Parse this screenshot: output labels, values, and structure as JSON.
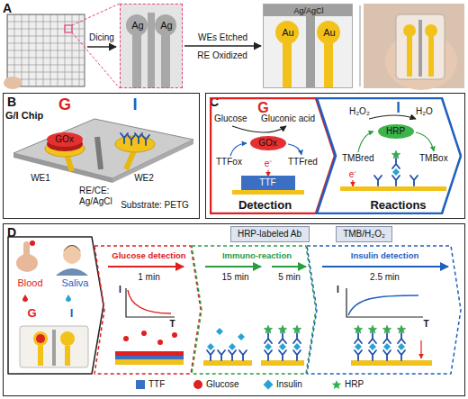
{
  "diagram": {
    "nodes": [
      {
        "text": [
          "Ag",
          "Ag"
        ]
      },
      {
        "text": [
          "Ag/AgCl",
          "Au",
          "Au"
        ]
      },
      {
        "text": [
          "B"
        ]
      },
      {
        "text": [
          "GOx"
        ],
        "in": 2
      },
      {
        "text": [
          "C"
        ]
      },
      {
        "text": [
          "G",
          "Detection"
        ],
        "in": 4
      },
      {
        "text": [
          "GOx"
        ],
        "in": 5
      },
      {
        "text": [
          "TTF"
        ],
        "in": 5
      },
      {
        "text": [
          "I",
          "Reactions"
        ],
        "in": 4
      },
      {
        "text": [
          "HRP"
        ],
        "in": 8
      },
      {
        "text": [
          "D"
        ]
      },
      {
        "text": [
          "Blood",
          "Saliva",
          "G",
          "I"
        ],
        "in": 10
      },
      {
        "text": [
          "HRP-labeled Ab"
        ],
        "in": 10
      },
      {
        "text": [
          "TMB/H₂O₂"
        ],
        "in": 10
      },
      {
        "text": [
          "Glucose detection",
          "1 min",
          "I",
          "T"
        ],
        "in": 10
      },
      {
        "text": [
          "Immuno-reaction",
          "15 min",
          "5 min"
        ],
        "in": 10
      },
      {
        "text": [
          "Insulin detection",
          "2.5 min",
          "I",
          "T"
        ],
        "in": 10
      }
    ],
    "edges": [
      {
        "from": 0,
        "to": 1,
        "arrow": "to",
        "label": "WEs Etched"
      }
    ],
    "labels": [
      "A",
      "Dicing",
      "RE Oxidized",
      "G",
      "I",
      "G/I Chip",
      "WE1",
      "RE/CE: Ag/AgCl",
      "WE2",
      "Substrate: PETG",
      "Glucose",
      "Gluconic acid",
      "TTFox",
      "TTFred",
      "e⁻",
      "H₂O₂",
      "H₂O",
      "TMBred",
      "TMBox",
      "e⁻"
    ],
    "legend": [
      {
        "text": "TTF",
        "color": "#3a6fc4"
      },
      {
        "text": "Glucose",
        "color": "#e02020"
      },
      {
        "text": "Insulin",
        "color": "#29a3d6"
      },
      {
        "text": "HRP",
        "color": "#2db34a"
      }
    ]
  }
}
